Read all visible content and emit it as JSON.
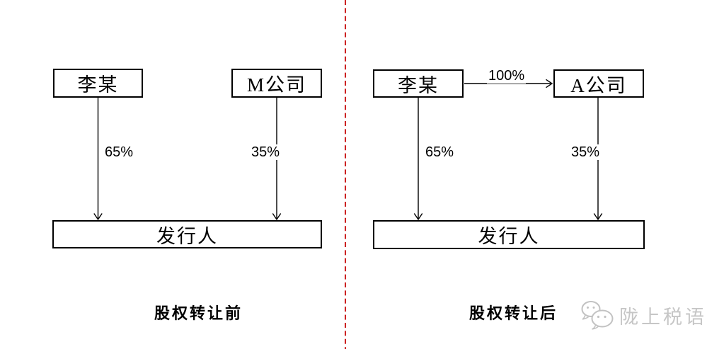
{
  "page": {
    "background": "#ffffff",
    "divider_color": "#cc2222",
    "line_color": "#000000"
  },
  "before": {
    "caption": "股权转让前",
    "shareholder_person": "李某",
    "shareholder_company": "M公司",
    "issuer": "发行人",
    "stake_person": "65%",
    "stake_company": "35%"
  },
  "after": {
    "caption": "股权转让后",
    "shareholder_person": "李某",
    "shareholder_company": "A公司",
    "issuer": "发行人",
    "stake_person": "65%",
    "stake_company": "35%",
    "transfer_pct": "100%"
  },
  "watermark": {
    "label": "陇上税语",
    "icon": "wechat-chat-bubbles-icon",
    "color": "#c6c6c6"
  }
}
